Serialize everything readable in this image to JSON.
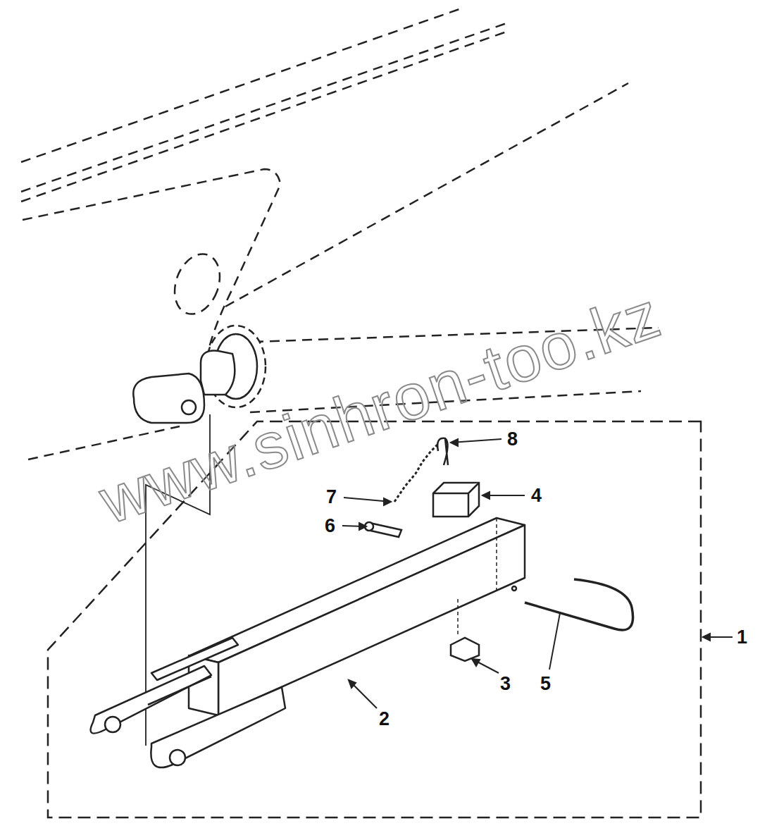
{
  "diagram": {
    "labels": [
      "8",
      "7",
      "4",
      "6",
      "1",
      "3",
      "5",
      "2",
      "www.sinhron-too.kz"
    ]
  }
}
